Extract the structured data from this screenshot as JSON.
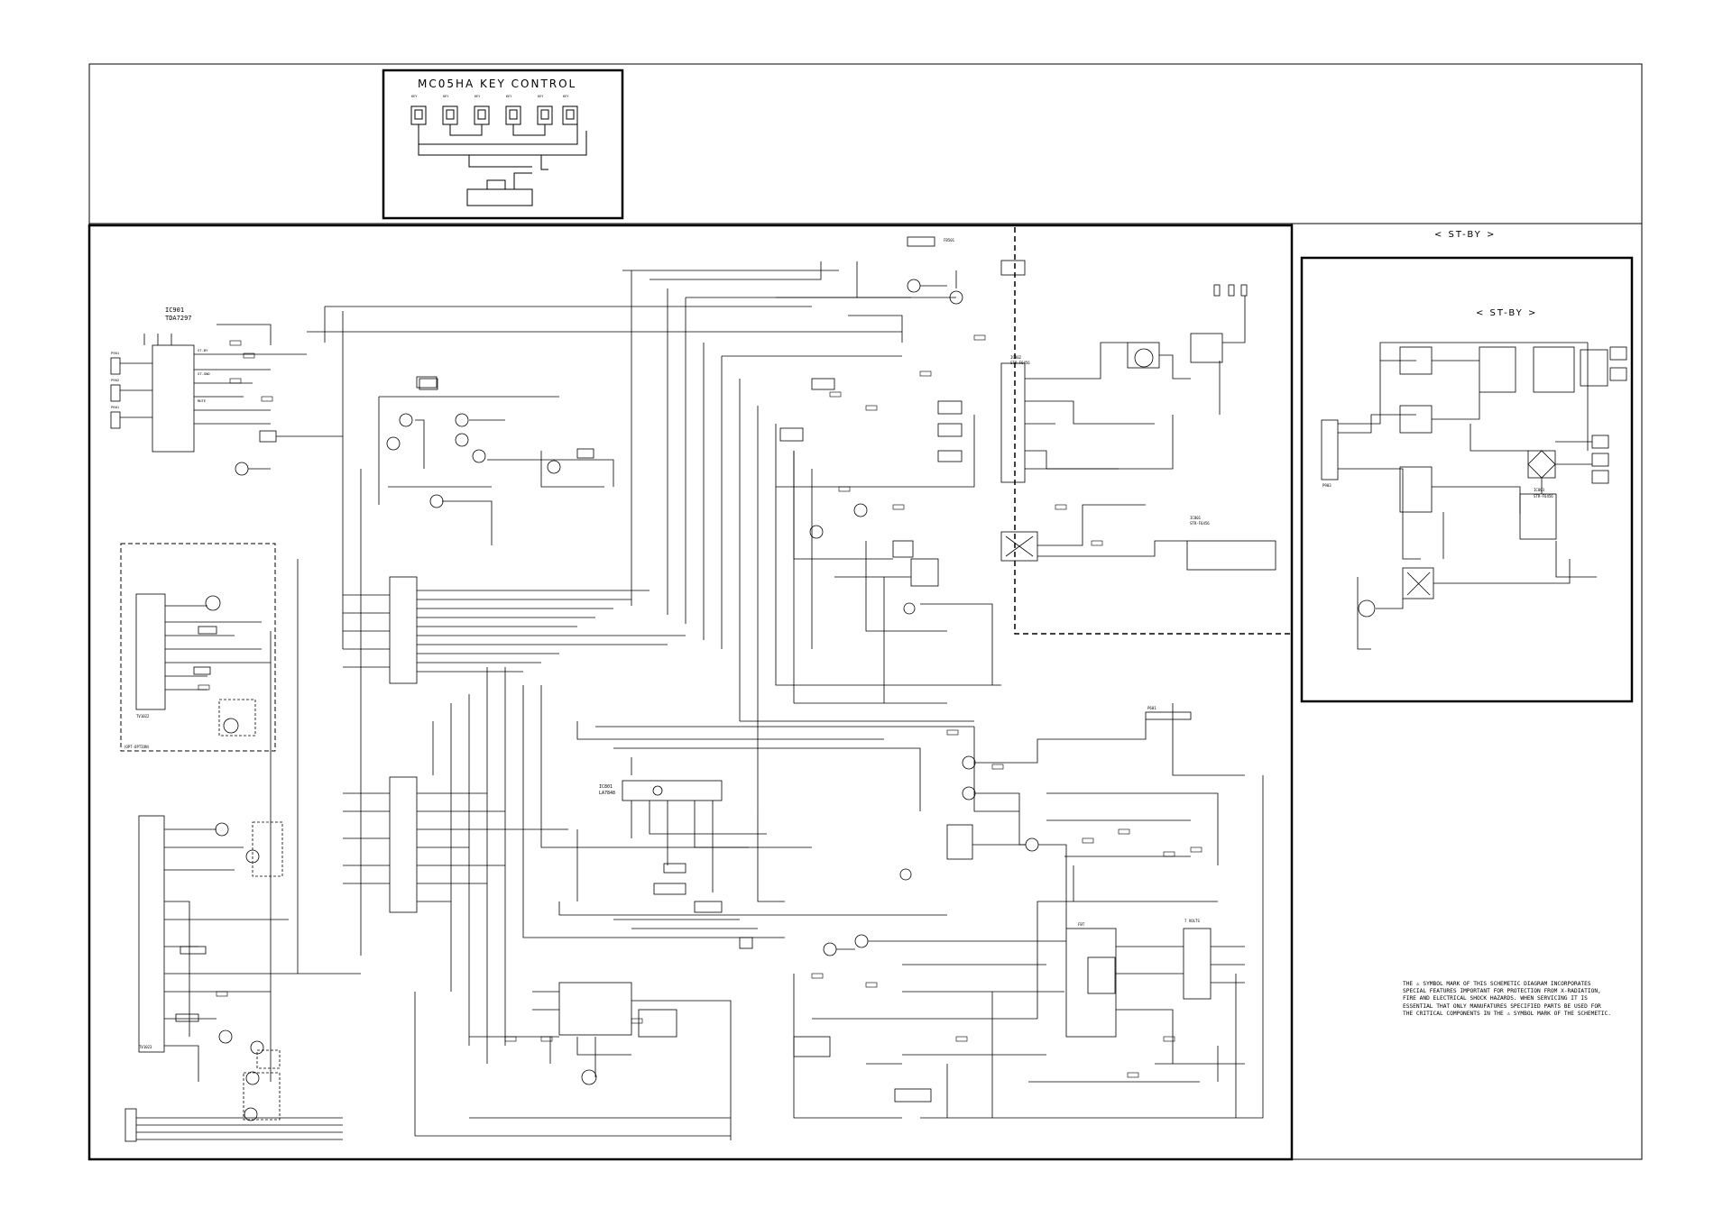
{
  "key_control": {
    "title": "MC05HA KEY CONTROL"
  },
  "standby": {
    "title_outer": "< ST-BY >",
    "title_inner": "< ST-BY >"
  },
  "ic_labels": {
    "ic901": "IC901",
    "ic901_part": "TDA7297",
    "ic801_part": "LA7848",
    "ic801": "IC801",
    "ic802": "IC802",
    "ic802_part": "STR-F6456",
    "ic803": "IC803",
    "ic803_part": "STR-F6456",
    "tv_label_a": "TV1022",
    "tv_label_b": "TV1023",
    "fbt_label": "FBT",
    "volts_label": "7 VOLTS",
    "p901": "P901",
    "p902": "P902",
    "p903": "P903",
    "p601": "P601",
    "option_label": "(OPT-OPTION)"
  },
  "safety_note": [
    "THE ⚠ SYMBOL MARK OF THIS SCHEMETIC DIAGRAM INCORPORATES",
    "SPECIAL FEATURES IMPORTANT FOR PROTECTION FROM X-RADIATION,",
    "FIRE AND ELECTRICAL SHOCK HAZARDS. WHEN SERVICING IT IS",
    "ESSENTIAL THAT ONLY MANUFATURES SPECIFIED PARTS BE USED FOR",
    "THE CRITICAL COMPONENTS IN THE ⚠ SYMBOL MARK OF THE SCHEMETIC."
  ],
  "colors": {
    "ink": "#000000",
    "paper": "#ffffff"
  }
}
